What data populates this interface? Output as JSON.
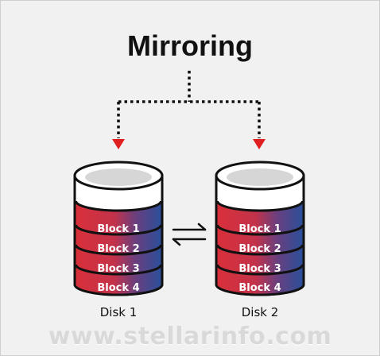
{
  "title": "Mirroring",
  "disks": [
    {
      "label": "Disk 1",
      "blocks": [
        "Block 1",
        "Block 2",
        "Block 3",
        "Block 4"
      ]
    },
    {
      "label": "Disk 2",
      "blocks": [
        "Block 1",
        "Block 2",
        "Block 3",
        "Block 4"
      ]
    }
  ],
  "sync_icon": "bidirectional-arrows-icon",
  "watermark": "www.stellarinfo.com",
  "colors": {
    "block_red": "#d9303a",
    "block_blue": "#2b4f9a",
    "arrow_red": "#e02020",
    "outline": "#111111"
  }
}
